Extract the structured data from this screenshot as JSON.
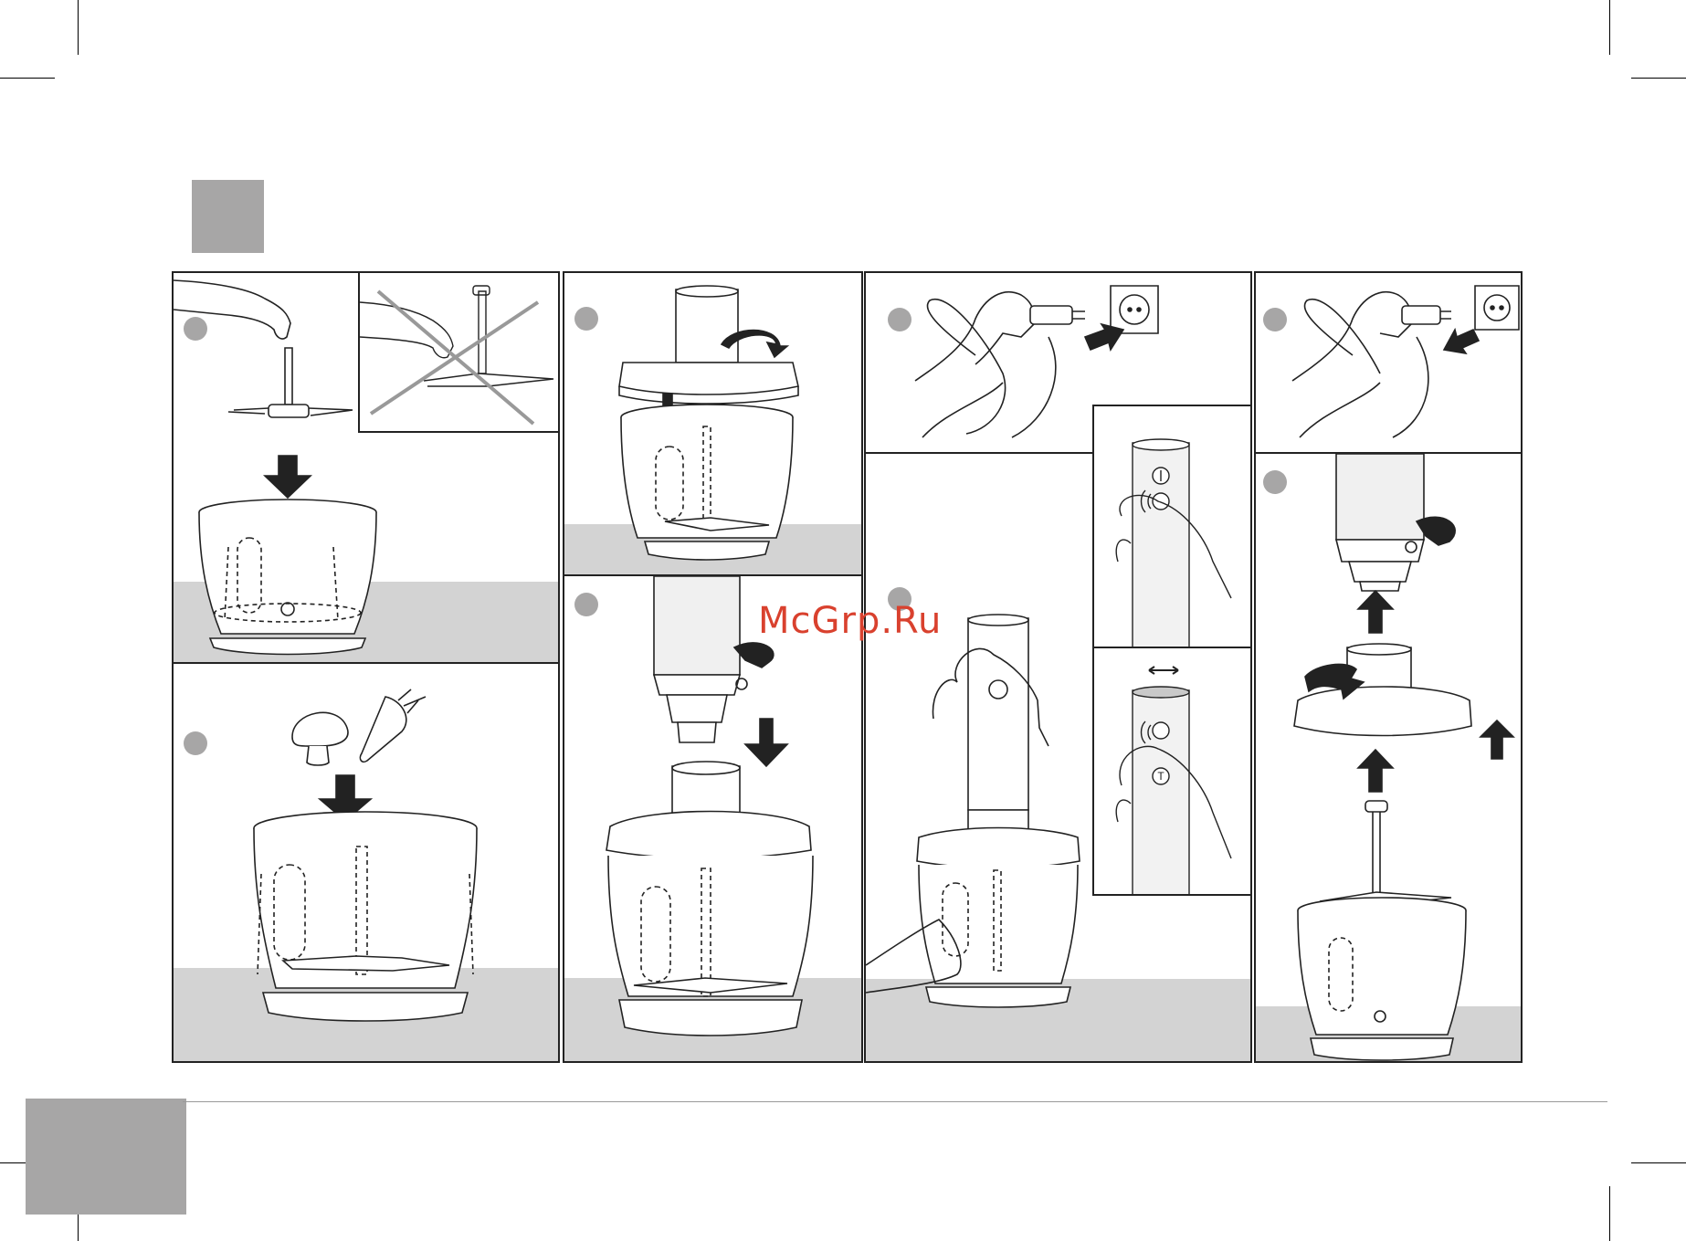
{
  "watermark": {
    "text": "McGrp.Ru",
    "color": "#d9412e"
  },
  "colors": {
    "block": "#a7a6a6",
    "floor": "#d3d3d3",
    "line": "#222222"
  },
  "panels": [
    {
      "id": "A",
      "steps": 2,
      "inset": "incorrect-handling"
    },
    {
      "id": "B",
      "steps": 2
    },
    {
      "id": "C",
      "steps": 2,
      "insets": [
        "speed-button",
        "turbo-button"
      ]
    },
    {
      "id": "D",
      "steps": 2
    }
  ]
}
